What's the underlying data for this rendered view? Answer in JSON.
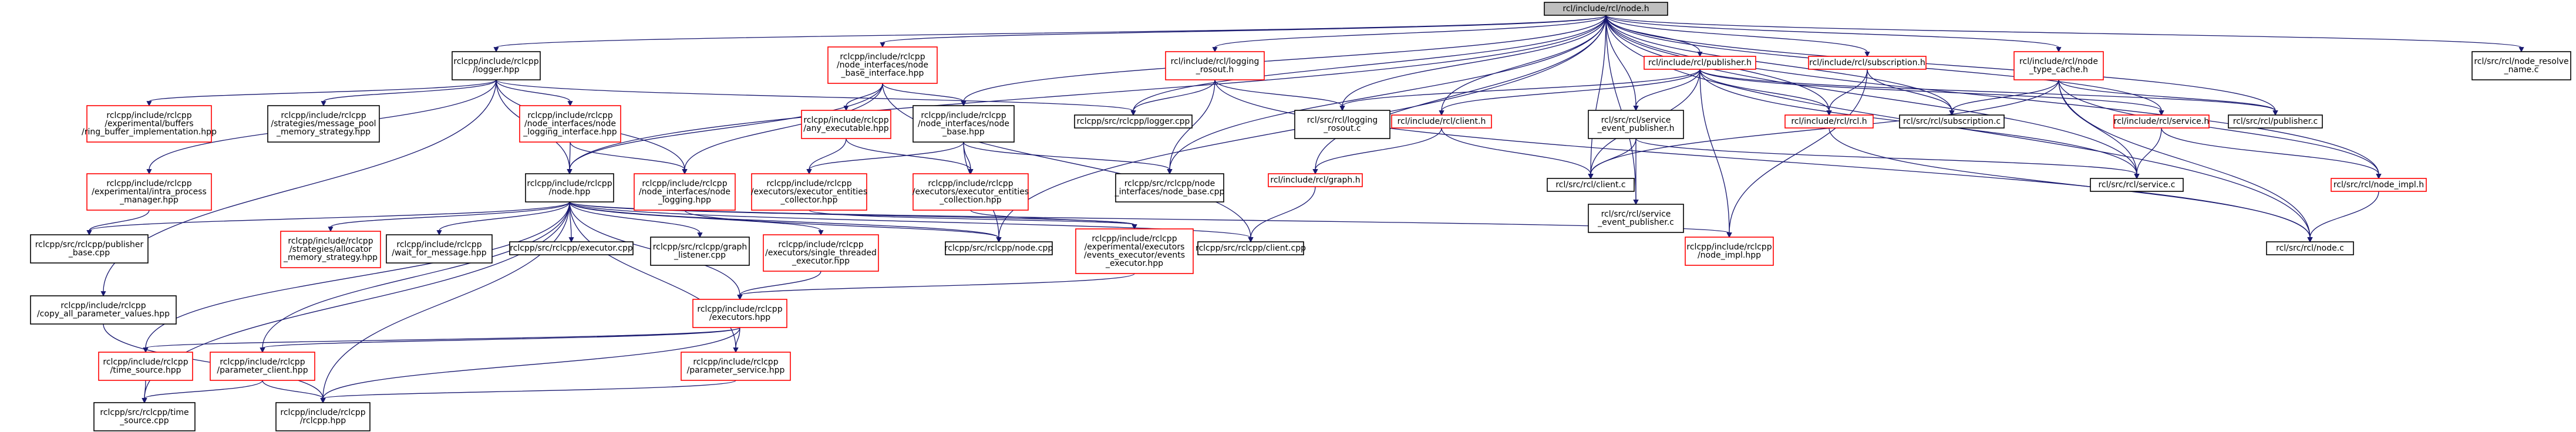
{
  "colors": {
    "edge": "#191970",
    "box_border_default": "#999999",
    "box_border_red": "#ff0000",
    "box_border_black": "#000000",
    "root_fill": "#bfbfbf",
    "box_fill": "#ffffff"
  },
  "nodes": [
    {
      "id": "root",
      "lines": [
        "rcl/include/rcl/node.h"
      ],
      "style": "root"
    },
    {
      "id": "logger_hpp",
      "lines": [
        "rclcpp/include/rclcpp",
        "/logger.hpp"
      ],
      "style": "black"
    },
    {
      "id": "ni_base_iface",
      "lines": [
        "rclcpp/include/rclcpp",
        "/node_interfaces/node",
        "_base_interface.hpp"
      ],
      "style": "red"
    },
    {
      "id": "logging_rosout_h",
      "lines": [
        "rcl/include/rcl/logging",
        "_rosout.h"
      ],
      "style": "red"
    },
    {
      "id": "publisher_h",
      "lines": [
        "rcl/include/rcl/publisher.h"
      ],
      "style": "red"
    },
    {
      "id": "subscription_h",
      "lines": [
        "rcl/include/rcl/subscription.h"
      ],
      "style": "red"
    },
    {
      "id": "node_type_cache_h",
      "lines": [
        "rcl/include/rcl/node",
        "_type_cache.h"
      ],
      "style": "red"
    },
    {
      "id": "node_resolve_name_c",
      "lines": [
        "rcl/src/rcl/node_resolve",
        "_name.c"
      ],
      "style": "black"
    },
    {
      "id": "buffers_ring",
      "lines": [
        "rclcpp/include/rclcpp",
        "/experimental/buffers",
        "/ring_buffer_implementation.hpp"
      ],
      "style": "red"
    },
    {
      "id": "message_pool",
      "lines": [
        "rclcpp/include/rclcpp",
        "/strategies/message_pool",
        "_memory_strategy.hpp"
      ],
      "style": "black"
    },
    {
      "id": "ni_logging_iface",
      "lines": [
        "rclcpp/include/rclcpp",
        "/node_interfaces/node",
        "_logging_interface.hpp"
      ],
      "style": "red"
    },
    {
      "id": "any_executable",
      "lines": [
        "rclcpp/include/rclcpp",
        "/any_executable.hpp"
      ],
      "style": "red"
    },
    {
      "id": "ni_base_hpp",
      "lines": [
        "rclcpp/include/rclcpp",
        "/node_interfaces/node",
        "_base.hpp"
      ],
      "style": "black"
    },
    {
      "id": "logger_cpp",
      "lines": [
        "rclcpp/src/rclcpp/logger.cpp"
      ],
      "style": "black"
    },
    {
      "id": "logging_rosout_c",
      "lines": [
        "rcl/src/rcl/logging",
        "_rosout.c"
      ],
      "style": "black"
    },
    {
      "id": "client_h",
      "lines": [
        "rcl/include/rcl/client.h"
      ],
      "style": "red"
    },
    {
      "id": "service_event_pub_h",
      "lines": [
        "rcl/src/rcl/service",
        "_event_publisher.h"
      ],
      "style": "black"
    },
    {
      "id": "rcl_h",
      "lines": [
        "rcl/include/rcl/rcl.h"
      ],
      "style": "red"
    },
    {
      "id": "subscription_c",
      "lines": [
        "rcl/src/rcl/subscription.c"
      ],
      "style": "black"
    },
    {
      "id": "service_h",
      "lines": [
        "rcl/include/rcl/service.h"
      ],
      "style": "red"
    },
    {
      "id": "publisher_c",
      "lines": [
        "rcl/src/rcl/publisher.c"
      ],
      "style": "black"
    },
    {
      "id": "intra_process",
      "lines": [
        "rclcpp/include/rclcpp",
        "/experimental/intra_process",
        "_manager.hpp"
      ],
      "style": "red"
    },
    {
      "id": "node_hpp",
      "lines": [
        "rclcpp/include/rclcpp",
        "/node.hpp"
      ],
      "style": "black"
    },
    {
      "id": "exec_entities_collector",
      "lines": [
        "rclcpp/include/rclcpp",
        "/executors/executor_entities",
        "_collector.hpp"
      ],
      "style": "red"
    },
    {
      "id": "exec_entities_collection",
      "lines": [
        "rclcpp/include/rclcpp",
        "/executors/executor_entities",
        "_collection.hpp"
      ],
      "style": "red"
    },
    {
      "id": "ni_node_logging",
      "lines": [
        "rclcpp/include/rclcpp",
        "/node_interfaces/node",
        "_logging.hpp"
      ],
      "style": "red"
    },
    {
      "id": "ni_node_base_cpp",
      "lines": [
        "rclcpp/src/rclcpp/node",
        "_interfaces/node_base.cpp"
      ],
      "style": "black"
    },
    {
      "id": "graph_h",
      "lines": [
        "rcl/include/rcl/graph.h"
      ],
      "style": "red"
    },
    {
      "id": "client_c",
      "lines": [
        "rcl/src/rcl/client.c"
      ],
      "style": "black"
    },
    {
      "id": "service_event_pub_c",
      "lines": [
        "rcl/src/rcl/service",
        "_event_publisher.c"
      ],
      "style": "black"
    },
    {
      "id": "service_c",
      "lines": [
        "rcl/src/rcl/service.c"
      ],
      "style": "black"
    },
    {
      "id": "node_impl_h",
      "lines": [
        "rcl/src/rcl/node_impl.h"
      ],
      "style": "red"
    },
    {
      "id": "publisher_base_cpp",
      "lines": [
        "rclcpp/src/rclcpp/publisher",
        "_base.cpp"
      ],
      "style": "black"
    },
    {
      "id": "allocator_memory",
      "lines": [
        "rclcpp/include/rclcpp",
        "/strategies/allocator",
        "_memory_strategy.hpp"
      ],
      "style": "red"
    },
    {
      "id": "wait_for_message",
      "lines": [
        "rclcpp/include/rclcpp",
        "/wait_for_message.hpp"
      ],
      "style": "black"
    },
    {
      "id": "executor_cpp",
      "lines": [
        "rclcpp/src/rclcpp/executor.cpp"
      ],
      "style": "black"
    },
    {
      "id": "graph_listener_cpp",
      "lines": [
        "rclcpp/src/rclcpp/graph",
        "_listener.cpp"
      ],
      "style": "black"
    },
    {
      "id": "single_threaded",
      "lines": [
        "rclcpp/include/rclcpp",
        "/executors/single_threaded",
        "_executor.hpp"
      ],
      "style": "red"
    },
    {
      "id": "node_cpp",
      "lines": [
        "rclcpp/src/rclcpp/node.cpp"
      ],
      "style": "black"
    },
    {
      "id": "events_executor",
      "lines": [
        "rclcpp/include/rclcpp",
        "/experimental/executors",
        "/events_executor/events",
        "_executor.hpp"
      ],
      "style": "red"
    },
    {
      "id": "client_cpp",
      "lines": [
        "rclcpp/src/rclcpp/client.cpp"
      ],
      "style": "black"
    },
    {
      "id": "node_impl_hpp",
      "lines": [
        "rclcpp/include/rclcpp",
        "/node_impl.hpp"
      ],
      "style": "red"
    },
    {
      "id": "node_c",
      "lines": [
        "rcl/src/rcl/node.c"
      ],
      "style": "black"
    },
    {
      "id": "copy_all_param",
      "lines": [
        "rclcpp/include/rclcpp",
        "/copy_all_parameter_values.hpp"
      ],
      "style": "black"
    },
    {
      "id": "executors_hpp",
      "lines": [
        "rclcpp/include/rclcpp",
        "/executors.hpp"
      ],
      "style": "red"
    },
    {
      "id": "time_source_hpp",
      "lines": [
        "rclcpp/include/rclcpp",
        "/time_source.hpp"
      ],
      "style": "red"
    },
    {
      "id": "parameter_client",
      "lines": [
        "rclcpp/include/rclcpp",
        "/parameter_client.hpp"
      ],
      "style": "red"
    },
    {
      "id": "parameter_service",
      "lines": [
        "rclcpp/include/rclcpp",
        "/parameter_service.hpp"
      ],
      "style": "red"
    },
    {
      "id": "time_source_cpp",
      "lines": [
        "rclcpp/src/rclcpp/time",
        "_source.cpp"
      ],
      "style": "black"
    },
    {
      "id": "rclcpp_hpp",
      "lines": [
        "rclcpp/include/rclcpp",
        "/rclcpp.hpp"
      ],
      "style": "black"
    }
  ],
  "edges": [
    [
      "root",
      "logger_hpp"
    ],
    [
      "root",
      "ni_base_iface"
    ],
    [
      "root",
      "logging_rosout_h"
    ],
    [
      "root",
      "publisher_h"
    ],
    [
      "root",
      "subscription_h"
    ],
    [
      "root",
      "node_type_cache_h"
    ],
    [
      "root",
      "node_resolve_name_c"
    ],
    [
      "root",
      "node_hpp"
    ],
    [
      "root",
      "ni_base_hpp"
    ],
    [
      "root",
      "logger_cpp"
    ],
    [
      "root",
      "logging_rosout_c"
    ],
    [
      "root",
      "client_h"
    ],
    [
      "root",
      "service_event_pub_h"
    ],
    [
      "root",
      "rcl_h"
    ],
    [
      "root",
      "subscription_c"
    ],
    [
      "root",
      "service_h"
    ],
    [
      "root",
      "publisher_c"
    ],
    [
      "root",
      "graph_h"
    ],
    [
      "root",
      "client_c"
    ],
    [
      "root",
      "service_event_pub_c"
    ],
    [
      "root",
      "service_c"
    ],
    [
      "root",
      "node_impl_h"
    ],
    [
      "root",
      "node_c"
    ],
    [
      "root",
      "node_cpp"
    ],
    [
      "root",
      "ni_node_base_cpp"
    ],
    [
      "logger_hpp",
      "buffers_ring"
    ],
    [
      "logger_hpp",
      "message_pool"
    ],
    [
      "logger_hpp",
      "ni_logging_iface"
    ],
    [
      "logger_hpp",
      "intra_process"
    ],
    [
      "logger_hpp",
      "node_hpp"
    ],
    [
      "logger_hpp",
      "ni_node_logging"
    ],
    [
      "logger_hpp",
      "logger_cpp"
    ],
    [
      "logger_hpp",
      "copy_all_param"
    ],
    [
      "ni_base_iface",
      "any_executable"
    ],
    [
      "ni_base_iface",
      "ni_base_hpp"
    ],
    [
      "ni_base_iface",
      "node_hpp"
    ],
    [
      "ni_base_iface",
      "ni_node_logging"
    ],
    [
      "ni_base_iface",
      "client_cpp"
    ],
    [
      "logging_rosout_h",
      "logging_rosout_c"
    ],
    [
      "logging_rosout_h",
      "logger_cpp"
    ],
    [
      "logging_rosout_h",
      "ni_node_base_cpp"
    ],
    [
      "logging_rosout_h",
      "node_c"
    ],
    [
      "publisher_h",
      "client_h"
    ],
    [
      "publisher_h",
      "service_event_pub_h"
    ],
    [
      "publisher_h",
      "rcl_h"
    ],
    [
      "publisher_h",
      "service_h"
    ],
    [
      "publisher_h",
      "publisher_c"
    ],
    [
      "publisher_h",
      "logging_rosout_c"
    ],
    [
      "publisher_h",
      "node_impl_hpp"
    ],
    [
      "publisher_h",
      "client_c"
    ],
    [
      "publisher_h",
      "service_c"
    ],
    [
      "subscription_h",
      "rcl_h"
    ],
    [
      "subscription_h",
      "subscription_c"
    ],
    [
      "subscription_h",
      "node_impl_hpp"
    ],
    [
      "node_type_cache_h",
      "publisher_c"
    ],
    [
      "node_type_cache_h",
      "service_c"
    ],
    [
      "node_type_cache_h",
      "client_c"
    ],
    [
      "node_type_cache_h",
      "node_impl_h"
    ],
    [
      "node_type_cache_h",
      "subscription_c"
    ],
    [
      "node_type_cache_h",
      "node_c"
    ],
    [
      "ni_logging_iface",
      "node_hpp"
    ],
    [
      "ni_logging_iface",
      "ni_node_logging"
    ],
    [
      "any_executable",
      "exec_entities_collector"
    ],
    [
      "any_executable",
      "exec_entities_collection"
    ],
    [
      "ni_base_hpp",
      "exec_entities_collector"
    ],
    [
      "ni_base_hpp",
      "exec_entities_collection"
    ],
    [
      "ni_base_hpp",
      "ni_node_base_cpp"
    ],
    [
      "ni_base_hpp",
      "node_cpp"
    ],
    [
      "client_h",
      "graph_h"
    ],
    [
      "client_h",
      "client_c"
    ],
    [
      "service_event_pub_h",
      "client_c"
    ],
    [
      "service_event_pub_h",
      "service_c"
    ],
    [
      "service_event_pub_h",
      "service_event_pub_c"
    ],
    [
      "rcl_h",
      "node_c"
    ],
    [
      "service_h",
      "node_impl_h"
    ],
    [
      "service_h",
      "service_c"
    ],
    [
      "intra_process",
      "publisher_base_cpp"
    ],
    [
      "node_hpp",
      "publisher_base_cpp"
    ],
    [
      "node_hpp",
      "allocator_memory"
    ],
    [
      "node_hpp",
      "wait_for_message"
    ],
    [
      "node_hpp",
      "executor_cpp"
    ],
    [
      "node_hpp",
      "graph_listener_cpp"
    ],
    [
      "node_hpp",
      "single_threaded"
    ],
    [
      "node_hpp",
      "node_cpp"
    ],
    [
      "node_hpp",
      "events_executor"
    ],
    [
      "node_hpp",
      "client_cpp"
    ],
    [
      "node_hpp",
      "node_impl_hpp"
    ],
    [
      "node_hpp",
      "executors_hpp"
    ],
    [
      "node_hpp",
      "time_source_hpp"
    ],
    [
      "node_hpp",
      "parameter_client"
    ],
    [
      "node_hpp",
      "parameter_service"
    ],
    [
      "node_hpp",
      "time_source_cpp"
    ],
    [
      "node_hpp",
      "rclcpp_hpp"
    ],
    [
      "exec_entities_collector",
      "events_executor"
    ],
    [
      "exec_entities_collection",
      "events_executor"
    ],
    [
      "ni_node_logging",
      "node_cpp"
    ],
    [
      "graph_h",
      "client_cpp"
    ],
    [
      "node_impl_h",
      "node_c"
    ],
    [
      "single_threaded",
      "executors_hpp"
    ],
    [
      "events_executor",
      "executors_hpp"
    ],
    [
      "copy_all_param",
      "rclcpp_hpp"
    ],
    [
      "executors_hpp",
      "time_source_hpp"
    ],
    [
      "executors_hpp",
      "parameter_client"
    ],
    [
      "executors_hpp",
      "parameter_service"
    ],
    [
      "executors_hpp",
      "rclcpp_hpp"
    ],
    [
      "time_source_hpp",
      "time_source_cpp"
    ],
    [
      "parameter_client",
      "rclcpp_hpp"
    ],
    [
      "parameter_client",
      "time_source_cpp"
    ],
    [
      "parameter_service",
      "rclcpp_hpp"
    ]
  ]
}
